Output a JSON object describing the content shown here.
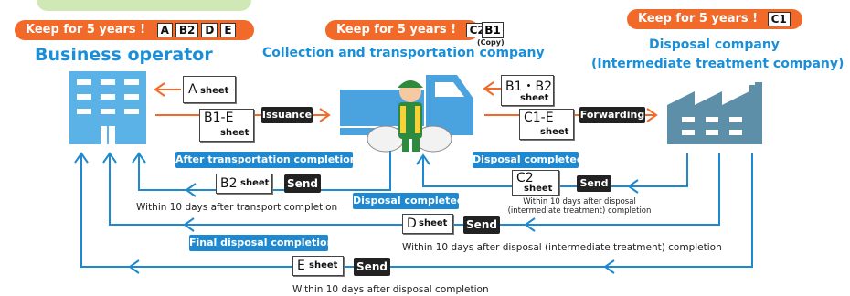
{
  "header_tab": "",
  "keep_labels": {
    "operator": {
      "text": "Keep for 5 years !",
      "boxes": [
        "A",
        "B2",
        "D",
        "E"
      ]
    },
    "collector": {
      "text": "Keep for 5 years !",
      "boxes": [
        "C2",
        "B1"
      ],
      "copy_note": "(Copy)"
    },
    "disposal": {
      "text": "Keep for 5 years !",
      "boxes": [
        "C1"
      ]
    }
  },
  "actors": {
    "operator": "Business operator",
    "collector": "Collection and transportation company",
    "disposal_line1": "Disposal company",
    "disposal_line2": "(Intermediate treatment company)"
  },
  "sheets": {
    "a": {
      "main": "A",
      "sub": "sheet"
    },
    "b1e": {
      "main": "B1-E",
      "sub": "sheet"
    },
    "b1b2": {
      "main": "B1・B2",
      "sub": "sheet"
    },
    "c1e": {
      "main": "C1-E",
      "sub": "sheet"
    },
    "b2": {
      "main": "B2",
      "sub": "sheet"
    },
    "c2": {
      "main": "C2",
      "sub": "sheet"
    },
    "d": {
      "main": "D",
      "sub": "sheet"
    },
    "e": {
      "main": "E",
      "sub": "sheet"
    }
  },
  "actions": {
    "issuance": "Issuance",
    "forwarding": "Forwarding",
    "send": "Send"
  },
  "events": {
    "after_transport": "After transportation completion",
    "disposal_completed": "Disposal completed",
    "final_disposal": "Final disposal completion"
  },
  "notes": {
    "b2": "Within 10 days after transport completion",
    "c2_line1": "Within 10 days after disposal",
    "c2_line2": "(intermediate treatment) completion",
    "d": "Within 10 days after disposal (intermediate treatment) completion",
    "e": "Within 10 days after disposal completion"
  },
  "colors": {
    "orange": "#f26a2a",
    "blue": "#1a8fd8",
    "building": "#5ab2e6",
    "truck": "#4aa3df",
    "factory": "#5d8fa8",
    "tab": "#cfe8b6"
  }
}
